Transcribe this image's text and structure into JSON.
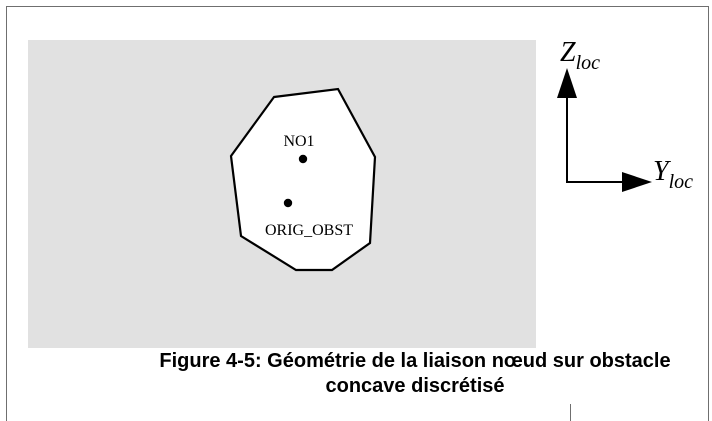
{
  "diagram": {
    "labels": {
      "node": "NO1",
      "origin": "ORIG_OBST"
    },
    "axes": {
      "z": {
        "base": "Z",
        "subscript": "loc"
      },
      "y": {
        "base": "Y",
        "subscript": "loc"
      }
    },
    "colors": {
      "panel": "#e1e1e1",
      "stroke": "#000000",
      "frame": "#6f6f6f"
    }
  },
  "caption": {
    "line1": "Figure 4-5: Géométrie de la liaison nœud sur obstacle",
    "line2": "concave discrétisé"
  }
}
